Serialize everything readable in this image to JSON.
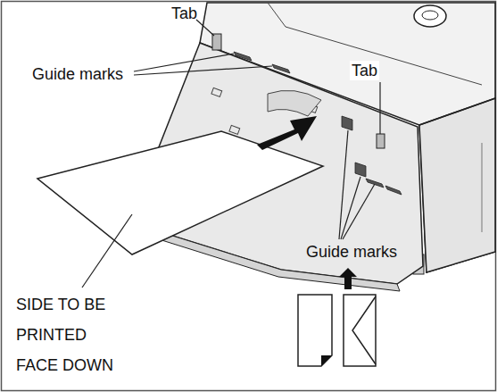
{
  "diagram": {
    "labels": [
      "Tab",
      "Guide marks",
      "Tab",
      "Guide marks",
      "SIDE TO BE PRINTED FACE DOWN"
    ]
  }
}
